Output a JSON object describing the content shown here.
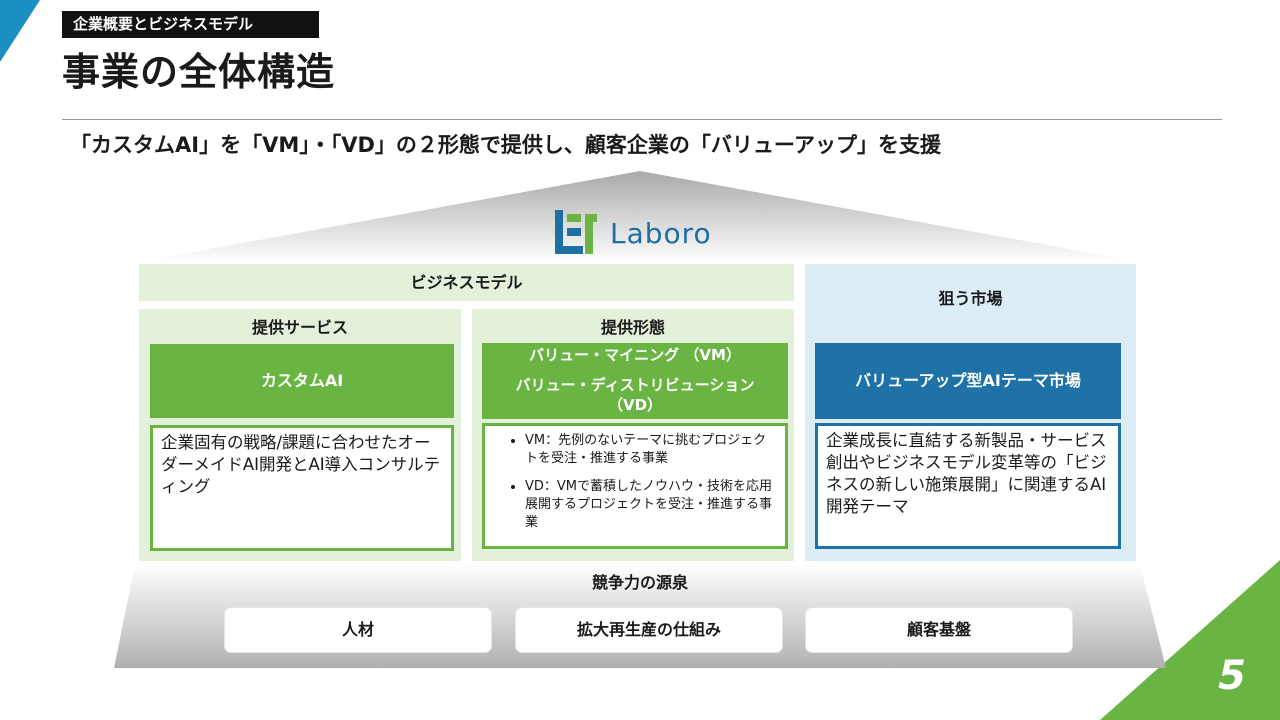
{
  "header": {
    "section_tag": "企業概要とビジネスモデル",
    "title": "事業の全体構造",
    "subtitle": "「カスタムAI」を「VM」・「VD」の２形態で提供し、顧客企業の「バリューアップ」を支援"
  },
  "logo": {
    "text": "Laboro"
  },
  "business_model": {
    "header": "ビジネスモデル",
    "services": {
      "header": "提供サービス",
      "box_label": "カスタムAI",
      "description": "企業固有の戦略/課題に合わせたオーダーメイドAI開発とAI導入コンサルティング"
    },
    "forms": {
      "header": "提供形態",
      "box_line1": "バリュー・マイニング （VM）",
      "box_line2": "バリュー・ディストリビューション",
      "box_line3": "（VD）",
      "bullets": [
        "VM：先例のないテーマに挑むプロジェクトを受注・推進する事業",
        "VD：VMで蓄積したノウハウ・技術を応用展開するプロジェクトを受注・推進する事業"
      ]
    }
  },
  "market": {
    "header": "狙う市場",
    "box_label": "バリューアップ型AIテーマ市場",
    "description": "企業成長に直結する新製品・サービス創出やビジネスモデル変革等の「ビジネスの新しい施策展開」に関連するAI開発テーマ"
  },
  "competitiveness": {
    "title": "競争力の源泉",
    "pillars": [
      "人材",
      "拡大再生産の仕組み",
      "顧客基盤"
    ]
  },
  "page_number": "5",
  "colors": {
    "green": "#6ab444",
    "light_green": "#e3f1da",
    "blue": "#1e72a8",
    "light_blue": "#dcedf6",
    "corner_blue": "#1a8fc4"
  }
}
